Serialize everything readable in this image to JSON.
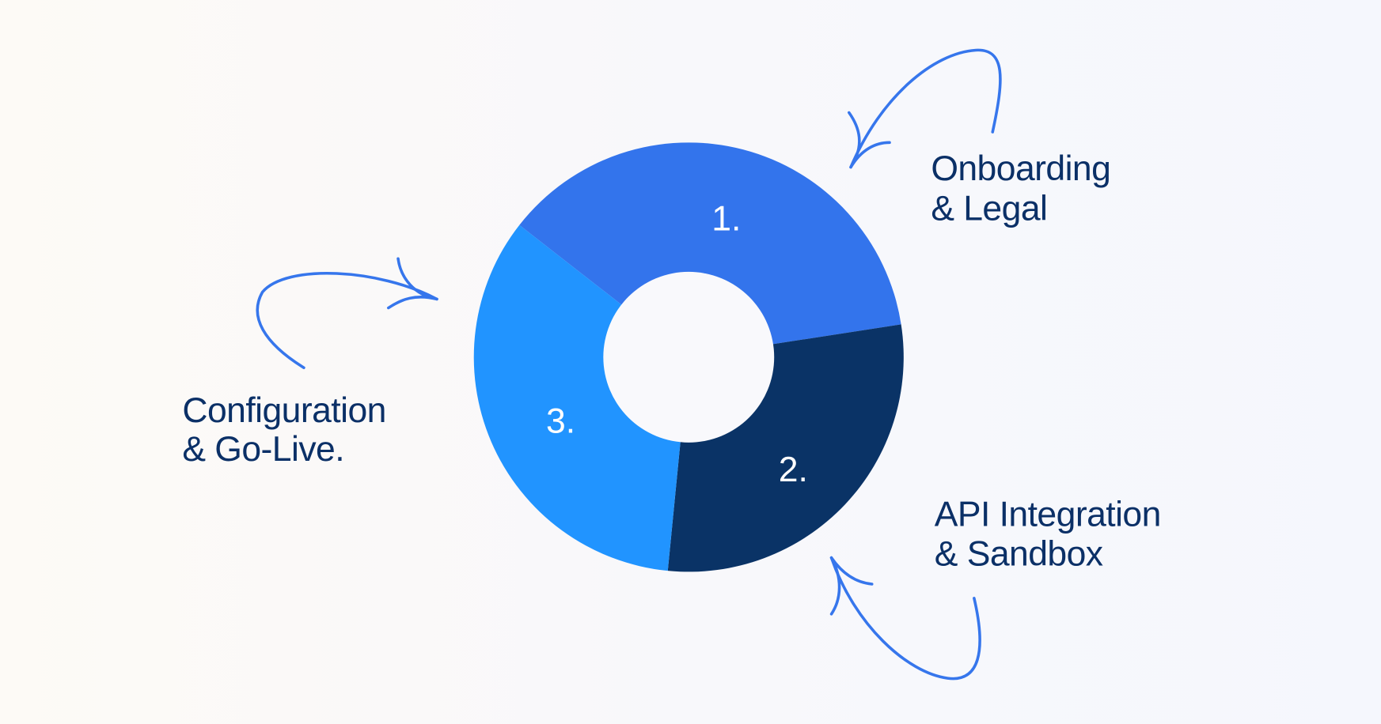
{
  "diagram": {
    "segments": [
      {
        "number": "1.",
        "label_line1": "Onboarding",
        "label_line2": "& Legal",
        "share": 37,
        "color": "#3374ec"
      },
      {
        "number": "2.",
        "label_line1": "API Integration",
        "label_line2": "& Sandbox",
        "share": 29,
        "color": "#0a3366"
      },
      {
        "number": "3.",
        "label_line1": "Configuration",
        "label_line2": "& Go-Live.",
        "share": 34,
        "color": "#2194ff"
      }
    ],
    "text_color": "#0b3067",
    "arrow_color": "#3676ec"
  }
}
